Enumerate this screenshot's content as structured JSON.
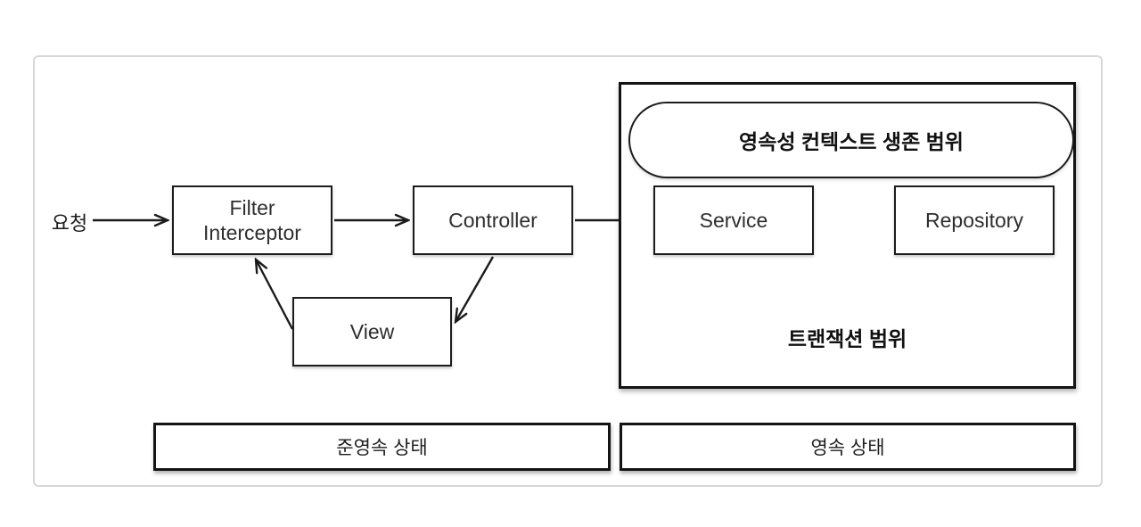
{
  "diagram": {
    "request_label": "요청",
    "nodes": {
      "filter": {
        "line1": "Filter",
        "line2": "Interceptor"
      },
      "controller": {
        "label": "Controller"
      },
      "view": {
        "label": "View"
      },
      "service": {
        "label": "Service"
      },
      "repository": {
        "label": "Repository"
      }
    },
    "transaction_scope": {
      "oval_label": "영속성 컨텍스트 생존 범위",
      "box_label": "트랜잭션 범위"
    },
    "states": {
      "detached": "준영속 상태",
      "persistent": "영속 상태"
    },
    "arrows": [
      {
        "name": "request-to-filter",
        "from": "요청",
        "to": "Filter Interceptor"
      },
      {
        "name": "filter-to-controller",
        "from": "Filter Interceptor",
        "to": "Controller"
      },
      {
        "name": "controller-to-service",
        "from": "Controller",
        "to": "Service"
      },
      {
        "name": "service-to-repository",
        "from": "Service",
        "to": "Repository"
      },
      {
        "name": "view-to-filter",
        "from": "View",
        "to": "Filter Interceptor"
      },
      {
        "name": "controller-to-view",
        "from": "Controller",
        "to": "View"
      }
    ],
    "colors": {
      "stroke": "#1b1b1b",
      "frame_border": "#d7d7d7",
      "background": "#ffffff"
    }
  }
}
